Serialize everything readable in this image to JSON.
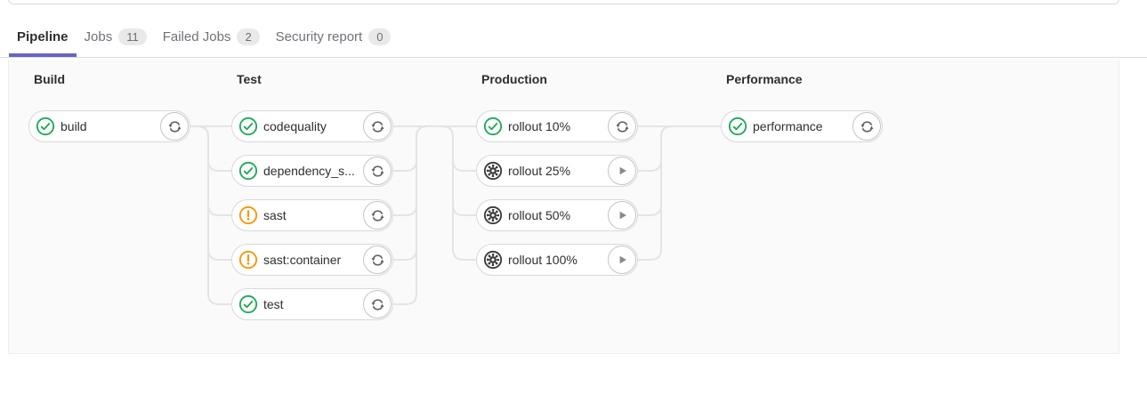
{
  "tabs": [
    {
      "label": "Pipeline",
      "active": true
    },
    {
      "label": "Jobs",
      "badge": "11"
    },
    {
      "label": "Failed Jobs",
      "badge": "2"
    },
    {
      "label": "Security report",
      "badge": "0"
    }
  ],
  "pipeline": {
    "stages": [
      {
        "name": "Build",
        "jobs": [
          {
            "name": "build",
            "status": "success",
            "action": "retry"
          }
        ]
      },
      {
        "name": "Test",
        "jobs": [
          {
            "name": "codequality",
            "status": "success",
            "action": "retry"
          },
          {
            "name": "dependency_s...",
            "status": "success",
            "action": "retry"
          },
          {
            "name": "sast",
            "status": "warning",
            "action": "retry"
          },
          {
            "name": "sast:container",
            "status": "warning",
            "action": "retry"
          },
          {
            "name": "test",
            "status": "success",
            "action": "retry"
          }
        ]
      },
      {
        "name": "Production",
        "jobs": [
          {
            "name": "rollout 10%",
            "status": "success",
            "action": "retry"
          },
          {
            "name": "rollout 25%",
            "status": "manual",
            "action": "play"
          },
          {
            "name": "rollout 50%",
            "status": "manual",
            "action": "play"
          },
          {
            "name": "rollout 100%",
            "status": "manual",
            "action": "play"
          }
        ]
      },
      {
        "name": "Performance",
        "jobs": [
          {
            "name": "performance",
            "status": "success",
            "action": "retry"
          }
        ]
      }
    ]
  },
  "colors": {
    "success": "#1aaa55",
    "warning": "#fc9403",
    "manual": "#383838",
    "accent": "#6666c4",
    "connector": "#e4e4e4",
    "action_icon": "#636363",
    "play_icon": "#8a8a8a"
  },
  "icons": {
    "success": "status-success-icon",
    "warning": "status-warning-icon",
    "manual": "status-manual-icon",
    "retry": "retry-icon",
    "play": "play-icon"
  }
}
